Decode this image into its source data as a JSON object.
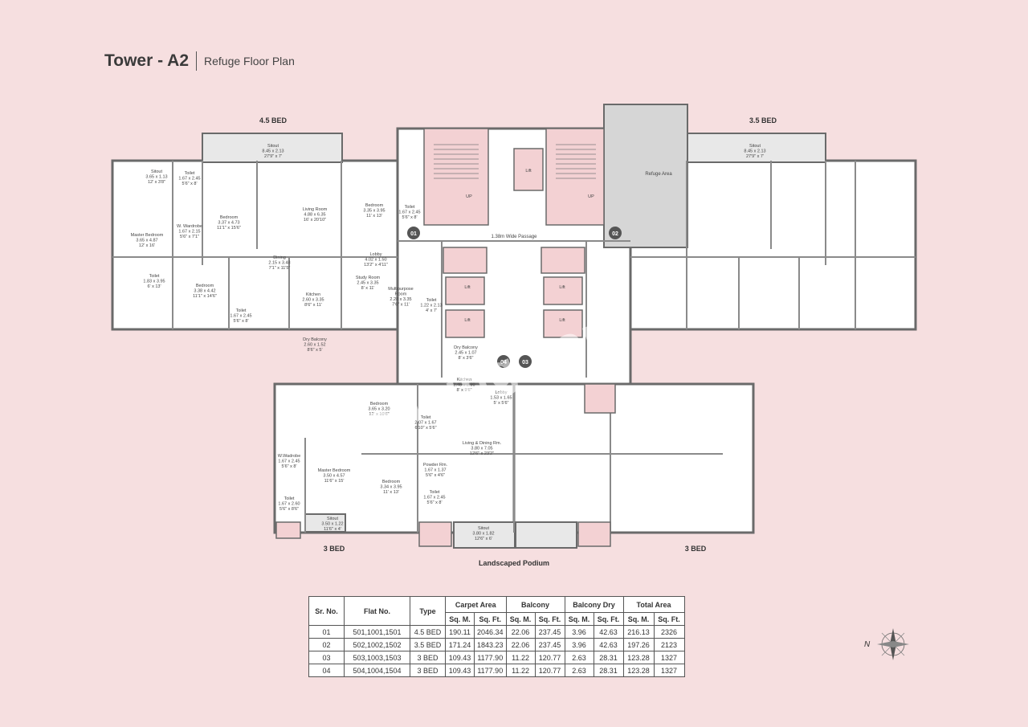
{
  "header": {
    "tower": "Tower - A2",
    "subtitle": "Refuge Floor Plan"
  },
  "flat_labels": {
    "top_left": "4.5 BED",
    "top_right": "3.5 BED",
    "bottom_left": "3 BED",
    "bottom_right": "3 BED"
  },
  "podium_label": "Landscaped Podium",
  "passage_label": "1.38m Wide Passage",
  "refuge_label": "Refuge Area",
  "markers": [
    "01",
    "02",
    "03",
    "04"
  ],
  "watermark": "Housing.com",
  "compass": "N",
  "rooms": [
    {
      "lines": [
        "Sitout",
        "8.45 x 2.13",
        "27'9\" x 7'"
      ]
    },
    {
      "lines": [
        "Sitout",
        "8.45 x 2.13",
        "27'9\" x 7'"
      ]
    },
    {
      "lines": [
        "Sitout",
        "3.65 x 1.13",
        "12' x 3'8\""
      ]
    },
    {
      "lines": [
        "Toilet",
        "1.67 x 2.45",
        "5'6\" x 8'"
      ]
    },
    {
      "lines": [
        "Bedroom",
        "3.37 x 4.73",
        "11'1\" x 15'6\""
      ]
    },
    {
      "lines": [
        "W. Wardrobe",
        "1.67 x 2.15",
        "5'6\" x 7'1\""
      ]
    },
    {
      "lines": [
        "Master Bedroom",
        "3.65 x 4.87",
        "12' x 16'"
      ]
    },
    {
      "lines": [
        "Living Room",
        "4.88 x 6.35",
        "16' x 20'10\""
      ]
    },
    {
      "lines": [
        "Bedroom",
        "3.35 x 3.95",
        "11' x 13'"
      ]
    },
    {
      "lines": [
        "Toilet",
        "1.67 x 2.45",
        "5'6\" x 8'"
      ]
    },
    {
      "lines": [
        "Dining",
        "2.15 x 3.48",
        "7'1\" x 11'5\""
      ]
    },
    {
      "lines": [
        "Lobby",
        "4.02 x 1.50",
        "13'2\" x 4'11\""
      ]
    },
    {
      "lines": [
        "Toilet",
        "1.83 x 3.95",
        "6' x 13'"
      ]
    },
    {
      "lines": [
        "Bedroom",
        "3.38 x 4.42",
        "11'1\" x 14'6\""
      ]
    },
    {
      "lines": [
        "Kitchen",
        "2.60 x 3.35",
        "8'6\" x 11'"
      ]
    },
    {
      "lines": [
        "Study Room",
        "2.45 x 3.35",
        "8' x 11'"
      ]
    },
    {
      "lines": [
        "Multipurpose",
        "Room",
        "2.28 x 3.35",
        "7'6\" x 11'"
      ]
    },
    {
      "lines": [
        "Toilet",
        "1.67 x 2.45",
        "5'6\" x 8'"
      ]
    },
    {
      "lines": [
        "Dry Balcony",
        "2.60 x 1.52",
        "8'6\" x 5'"
      ]
    },
    {
      "lines": [
        "Toilet",
        "1.22 x 2.13",
        "4' x 7'"
      ]
    },
    {
      "lines": [
        "Dry Balcony",
        "2.45 x 1.07",
        "8' x 3'6\""
      ]
    },
    {
      "lines": [
        "Kitchen",
        "2.45 x 2.90",
        "8' x 9'6\""
      ]
    },
    {
      "lines": [
        "Lobby",
        "1.53 x 1.65",
        "5' x 5'6\""
      ]
    },
    {
      "lines": [
        "Bedroom",
        "3.65 x 3.20",
        "12' x 10'6\""
      ]
    },
    {
      "lines": [
        "Toilet",
        "2.07 x 1.67",
        "6'10\" x 5'6\""
      ]
    },
    {
      "lines": [
        "Living & Dining Rm.",
        "3.80 x 7.05",
        "12'6\" x 23'2\""
      ]
    },
    {
      "lines": [
        "W.Wadrobe",
        "1.67 x 2.45",
        "5'6\" x 8'"
      ]
    },
    {
      "lines": [
        "Master Bedroom",
        "3.50 x 4.57",
        "11'6\" x 15'"
      ]
    },
    {
      "lines": [
        "Bedroom",
        "3.34 x 3.95",
        "11' x 13'"
      ]
    },
    {
      "lines": [
        "Powder Rm.",
        "1.67 x 1.37",
        "5'6\" x 4'6\""
      ]
    },
    {
      "lines": [
        "Toilet",
        "1.67 x 2.45",
        "5'6\" x 8'"
      ]
    },
    {
      "lines": [
        "Toilet",
        "1.67 x 2.60",
        "5'6\" x 8'6\""
      ]
    },
    {
      "lines": [
        "Sitout",
        "3.50 x 1.22",
        "11'6\" x 4'"
      ]
    },
    {
      "lines": [
        "Sitout",
        "3.80 x 1.82",
        "12'6\" x 6'"
      ]
    },
    {
      "lines": [
        "Lift"
      ]
    },
    {
      "lines": [
        "Lift"
      ]
    },
    {
      "lines": [
        "Lift"
      ]
    },
    {
      "lines": [
        "Lift"
      ]
    },
    {
      "lines": [
        "Lift"
      ]
    },
    {
      "lines": [
        "UP"
      ]
    },
    {
      "lines": [
        "UP"
      ]
    }
  ],
  "table": {
    "headers": {
      "sr_no": "Sr. No.",
      "flat_no": "Flat No.",
      "type": "Type",
      "carpet": "Carpet Area",
      "balcony": "Balcony",
      "balcony_dry": "Balcony Dry",
      "total": "Total Area",
      "sqm": "Sq. M.",
      "sqft": "Sq. Ft."
    },
    "rows": [
      [
        "01",
        "501,1001,1501",
        "4.5 BED",
        "190.11",
        "2046.34",
        "22.06",
        "237.45",
        "3.96",
        "42.63",
        "216.13",
        "2326"
      ],
      [
        "02",
        "502,1002,1502",
        "3.5 BED",
        "171.24",
        "1843.23",
        "22.06",
        "237.45",
        "3.96",
        "42.63",
        "197.26",
        "2123"
      ],
      [
        "03",
        "503,1003,1503",
        "3 BED",
        "109.43",
        "1177.90",
        "11.22",
        "120.77",
        "2.63",
        "28.31",
        "123.28",
        "1327"
      ],
      [
        "04",
        "504,1004,1504",
        "3 BED",
        "109.43",
        "1177.90",
        "11.22",
        "120.77",
        "2.63",
        "28.31",
        "123.28",
        "1327"
      ]
    ]
  }
}
